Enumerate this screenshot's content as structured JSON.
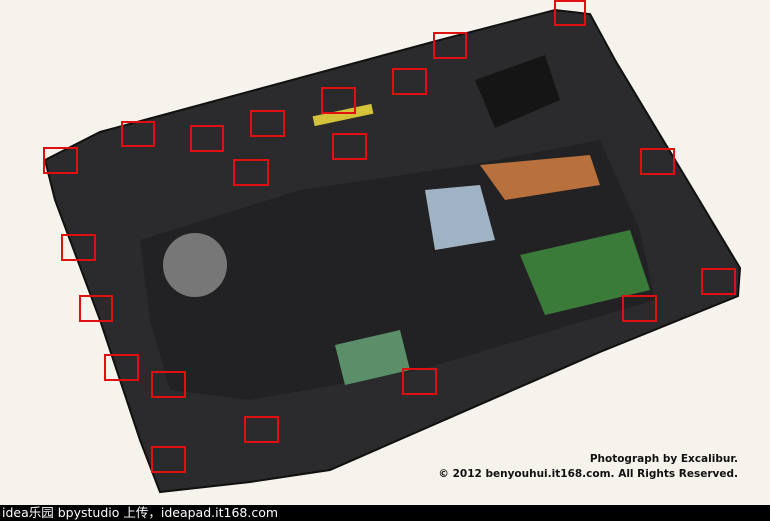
{
  "photo": {
    "subject": "laptop-bottom-panel",
    "highlight_color": "#e01010",
    "screw_marker_count": 20
  },
  "credits": {
    "photographer": "Photograph by Excalibur.",
    "copyright": "© 2012 benyouhui.it168.com. All Rights Reserved."
  },
  "footer": {
    "upload_caption": "idea乐园 bpystudio 上传，ideapad.it168.com"
  }
}
